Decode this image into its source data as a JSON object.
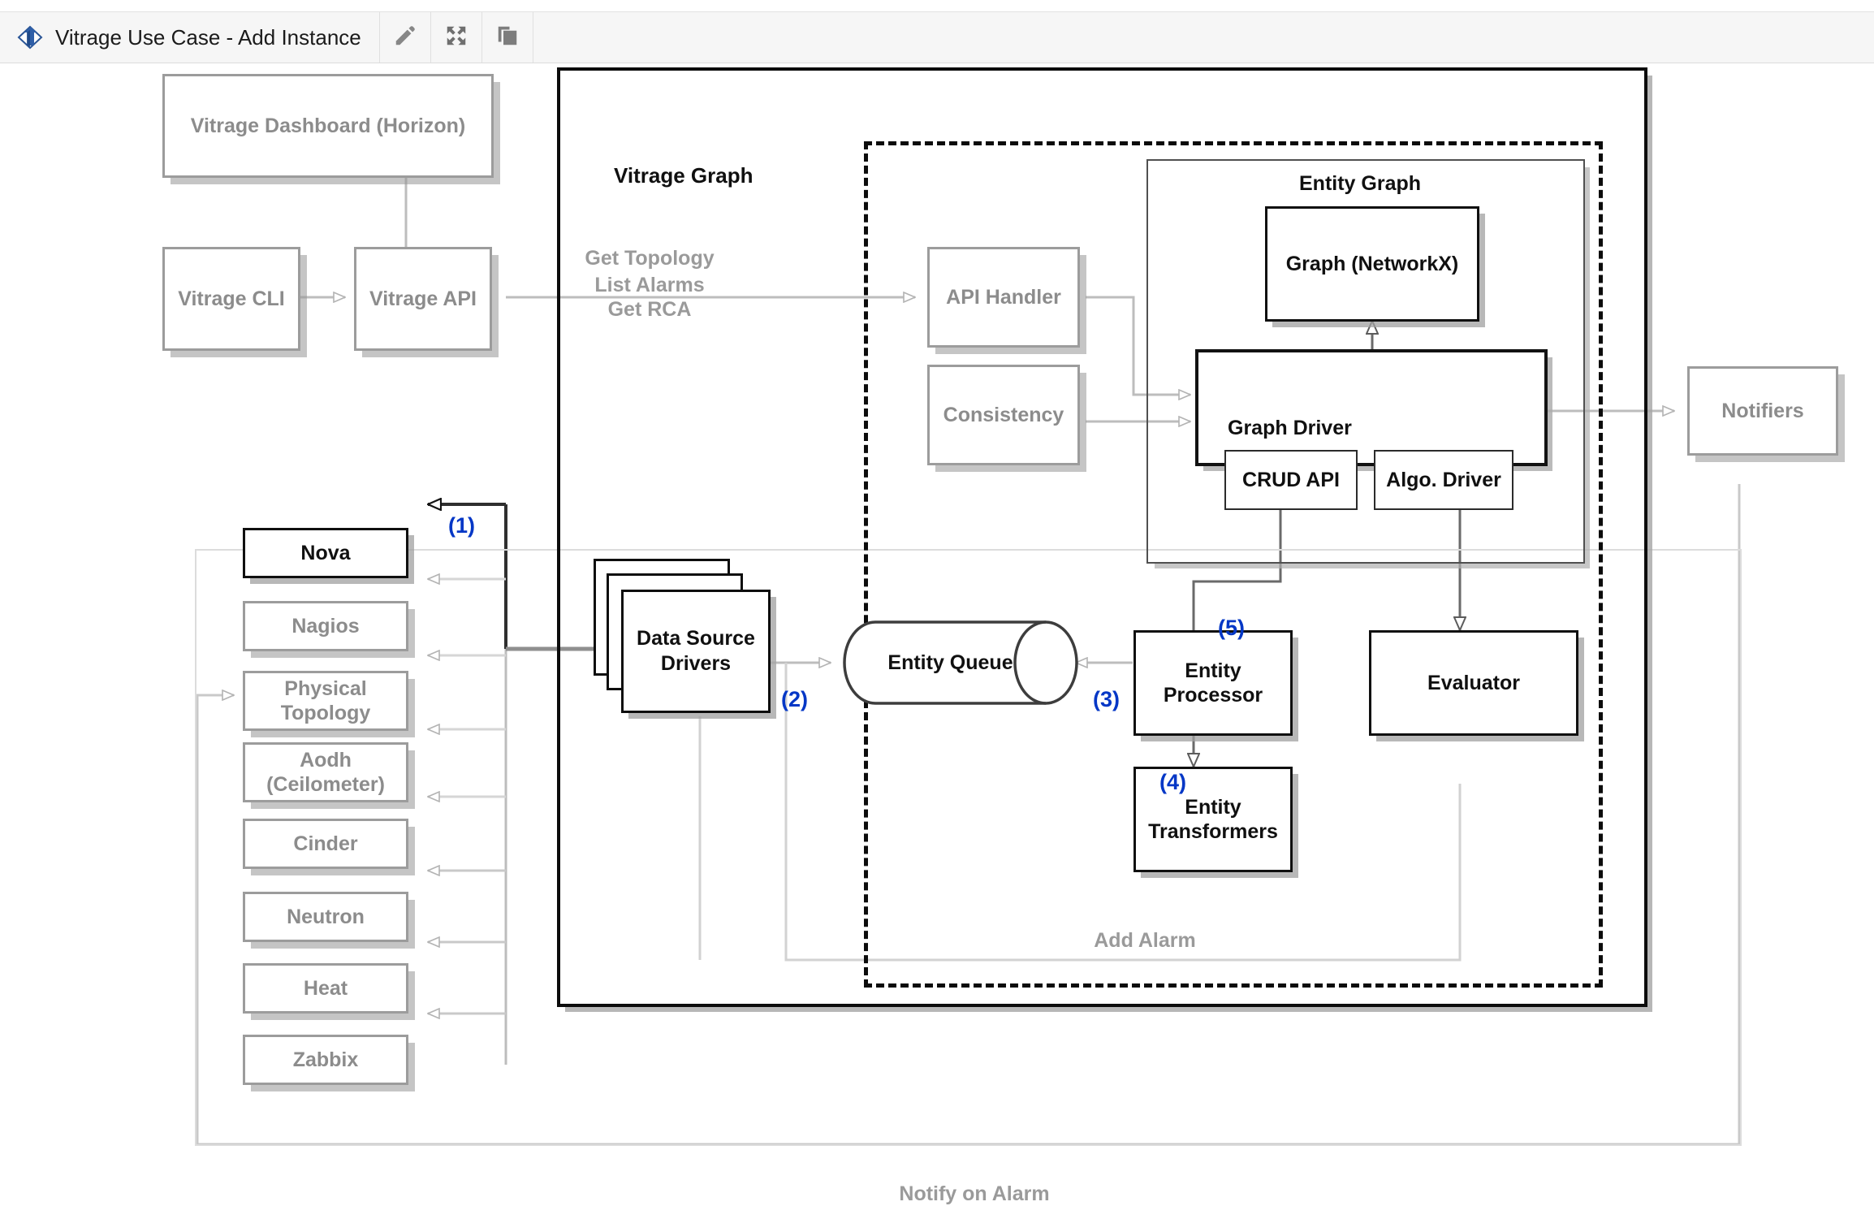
{
  "titlebar": {
    "app_icon": "vitrage-diamond-logo",
    "title": "Vitrage Use Case - Add Instance",
    "buttons": [
      {
        "name": "edit-button",
        "icon": "pencil-icon",
        "label": ""
      },
      {
        "name": "fullscreen-button",
        "icon": "expand-arrows-icon",
        "label": ""
      },
      {
        "name": "duplicate-button",
        "icon": "copy-icon",
        "label": ""
      }
    ]
  },
  "diagram": {
    "title": "Vitrage Use Case - Add Instance",
    "containers": {
      "vitrage_graph": "Vitrage Graph",
      "entity_graph": "Entity Graph",
      "graph_driver": "Graph Driver"
    },
    "nodes": {
      "dashboard": "Vitrage Dashboard (Horizon)",
      "cli": "Vitrage CLI",
      "api": "Vitrage API",
      "api_handler": "API Handler",
      "consistency": "Consistency",
      "graph_networkx": "Graph (NetworkX)",
      "crud_api": "CRUD API",
      "algo_driver": "Algo. Driver",
      "notifiers": "Notifiers",
      "data_source_drivers": "Data Source\nDrivers",
      "entity_queue": "Entity Queue",
      "entity_processor": "Entity\nProcessor",
      "entity_transformers": "Entity\nTransformers",
      "evaluator": "Evaluator"
    },
    "data_sources": [
      {
        "label": "Nova",
        "highlighted": true
      },
      {
        "label": "Nagios",
        "highlighted": false
      },
      {
        "label": "Physical\nTopology",
        "highlighted": false
      },
      {
        "label": "Aodh\n(Ceilometer)",
        "highlighted": false
      },
      {
        "label": "Cinder",
        "highlighted": false
      },
      {
        "label": "Neutron",
        "highlighted": false
      },
      {
        "label": "Heat",
        "highlighted": false
      },
      {
        "label": "Zabbix",
        "highlighted": false
      }
    ],
    "edge_labels": {
      "get_topology": "Get Topology",
      "list_alarms": "List Alarms",
      "get_rca": "Get RCA",
      "add_alarm": "Add Alarm",
      "notify_on_alarm": "Notify on Alarm"
    },
    "step_markers": [
      {
        "id": "1",
        "label": "(1)"
      },
      {
        "id": "2",
        "label": "(2)"
      },
      {
        "id": "3",
        "label": "(3)"
      },
      {
        "id": "4",
        "label": "(4)"
      },
      {
        "id": "5",
        "label": "(5)"
      }
    ],
    "colors": {
      "grey_stroke": "#9c9c9c",
      "grey_text": "#8c8c8c",
      "black_stroke": "#101010",
      "step_blue": "#0437c6",
      "titlebar_bg": "#f6f6f6"
    }
  }
}
